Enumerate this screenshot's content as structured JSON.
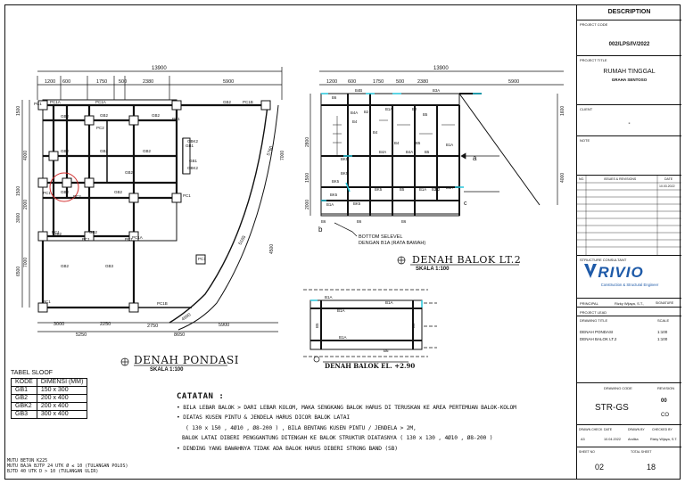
{
  "drawing": {
    "plan_pondasi": {
      "title": "DENAH PONDASI",
      "scale": "SKALA 1:100",
      "dims_top_total": "13900",
      "dims_top": [
        "1200",
        "600",
        "1750",
        "500",
        "2380",
        "5900"
      ],
      "dims_bottom": [
        "3000",
        "2250",
        "2750",
        "5250",
        "8650",
        "5900"
      ],
      "dims_left": [
        "1500",
        "4000",
        "1500",
        "2000",
        "3000",
        "7000",
        "6500"
      ],
      "dims_right": [
        "7000",
        "4500"
      ],
      "dim_curve_upper": "5760",
      "dim_curve_lower": "5165",
      "dim_4500": "4500",
      "labels_pc": [
        "PC1",
        "PC1A",
        "PC1A",
        "PC1B",
        "PC1",
        "PC2",
        "PC2",
        "PC1",
        "PC1",
        "PC1",
        "PC1",
        "PC1B",
        "PC1A",
        "PC1",
        "PC1",
        "PC1"
      ],
      "labels_gb": [
        "GB2",
        "GB2",
        "GB2",
        "GB2",
        "GB2",
        "GB2",
        "GB2",
        "GB1",
        "GBK2",
        "GBK2",
        "GB1",
        "GB2",
        "GB2",
        "GB2",
        "GB2",
        "GB2",
        "GB2",
        "GB3"
      ]
    },
    "plan_balok": {
      "title": "DENAH BALOK LT.2",
      "scale": "SKALA 1:100",
      "dims_top_total": "13900",
      "dims_top": [
        "1200",
        "600",
        "1750",
        "500",
        "2380",
        "5900"
      ],
      "dims_right": [
        "1600",
        "4000"
      ],
      "dims_left": [
        "2800",
        "1500",
        "2000"
      ],
      "labels_b": [
        "B6",
        "B4B",
        "B3A",
        "B4A",
        "B2",
        "B1A",
        "B2",
        "B5",
        "B1A",
        "B4A",
        "B4A",
        "B5",
        "B4",
        "B4",
        "B4",
        "B5",
        "B2",
        "B1A",
        "BK5",
        "BK5",
        "BK5",
        "B1A",
        "BK5",
        "B5",
        "B1A",
        "B2",
        "B6",
        "B6",
        "B6",
        "BK5",
        "BK5"
      ],
      "section_a": "a",
      "section_b": "b",
      "section_c": "c",
      "note1": "BOTTOM SELEVEL",
      "note2": "DENGAN B1A (RATA BAWAH)"
    },
    "plan_el": {
      "title": "DENAH BALOK EL. +2.90",
      "labels": [
        "B1A",
        "B1A",
        "B1A",
        "B5",
        "B1A",
        "B5",
        "B6"
      ]
    }
  },
  "tabel_sloof": {
    "title": "TABEL SLOOF",
    "headers": [
      "KODE",
      "DIMENSI (MM)"
    ],
    "rows": [
      [
        "GB1",
        "150 x 300"
      ],
      [
        "GB2",
        "200 x 400"
      ],
      [
        "GBK2",
        "200 x 400"
      ],
      [
        "GB3",
        "300 x 400"
      ]
    ]
  },
  "mutu": [
    "MUTU BETON K225",
    "MUTU BAJA  BJTP 24 UTK Ø ≤ 10 (TULANGAN POLOS)",
    "BJTD 40 UTK D > 10 (TULANGAN ULIR)"
  ],
  "catatan": {
    "title": "CATATAN :",
    "items": [
      "BILA LEBAR BALOK > DARI LEBAR KOLOM, MAKA SENGKANG BALOK HARUS DI TERUSKAN KE AREA PERTEMUAN BALOK-KOLOM",
      "DIATAS KUSEN PINTU & JENDELA HARUS DICOR BALOK LATAI",
      "( 130 x 150 , 4Ø10 , Ø8-200 ) , BILA BENTANG KUSEN PINTU / JENDELA > 2M,",
      "BALOK LATAI DIBERI PENGGANTUNG DITENGAH KE BALOK STRUKTUR DIATASNYA ( 130 x 130 , 4Ø10 , Ø8-200 )",
      "DINDING YANG BAWAHNYA TIDAK ADA BALOK HARUS DIBERI STRONG BAND (SB)"
    ]
  },
  "title_block": {
    "description_label": "DESCRIPTION",
    "project_code_label": "PROJECT CODE",
    "project_code": "002/LPS/IV/2022",
    "project_title_label": "PROJECT TITLE",
    "project_title": "RUMAH TINGGAL",
    "project_subtitle": "GRAHA SENTOSO",
    "client_label": "CLIENT",
    "client": "-",
    "note_label": "NOTE",
    "issues_headers": [
      "NO.",
      "ISSUES & REVISIONS",
      "DATE"
    ],
    "issue_date": "10.03.2022",
    "consultant_label": "STRUCTURE CONSULTANT",
    "logo_text": "RIVIO",
    "logo_sub": "Construction & Structural Engineer",
    "principal_label": "PRINCIPAL",
    "principal_name": "Rizky Wijaya, S.T.,",
    "signature_label": "SIGNATURE",
    "project_lead_label": "PROJECT LEAD",
    "drawing_title_label": "DRAWING TITLE",
    "scale_label": "SCALE",
    "drawing_titles": [
      "DENAH PONDASI",
      "DENAH BALOK LT.2"
    ],
    "scales": [
      "1:100",
      "1:100"
    ],
    "drawing_code_label": "DRAWING CODE",
    "revision_label": "REVISION",
    "drawing_code": "STR-GS",
    "revision": "00",
    "revision_code": "CO",
    "meta_headers": [
      "DRAWN CHECK",
      "DATE",
      "DRAWN BY",
      "CHECKED BY"
    ],
    "meta_values": [
      "A3",
      "10.04.2022",
      "Andika",
      "Rizky Wijaya, S.T."
    ],
    "sheet_no_label": "SHEET NO",
    "total_sheet_label": "TOTAL SHEET",
    "sheet_no": "02",
    "total_sheet": "18"
  },
  "colors": {
    "line": "#111111",
    "accent_cyan": "#26c6da",
    "red_mark": "#d32f2f",
    "logo_blue": "#1e5aa8"
  }
}
